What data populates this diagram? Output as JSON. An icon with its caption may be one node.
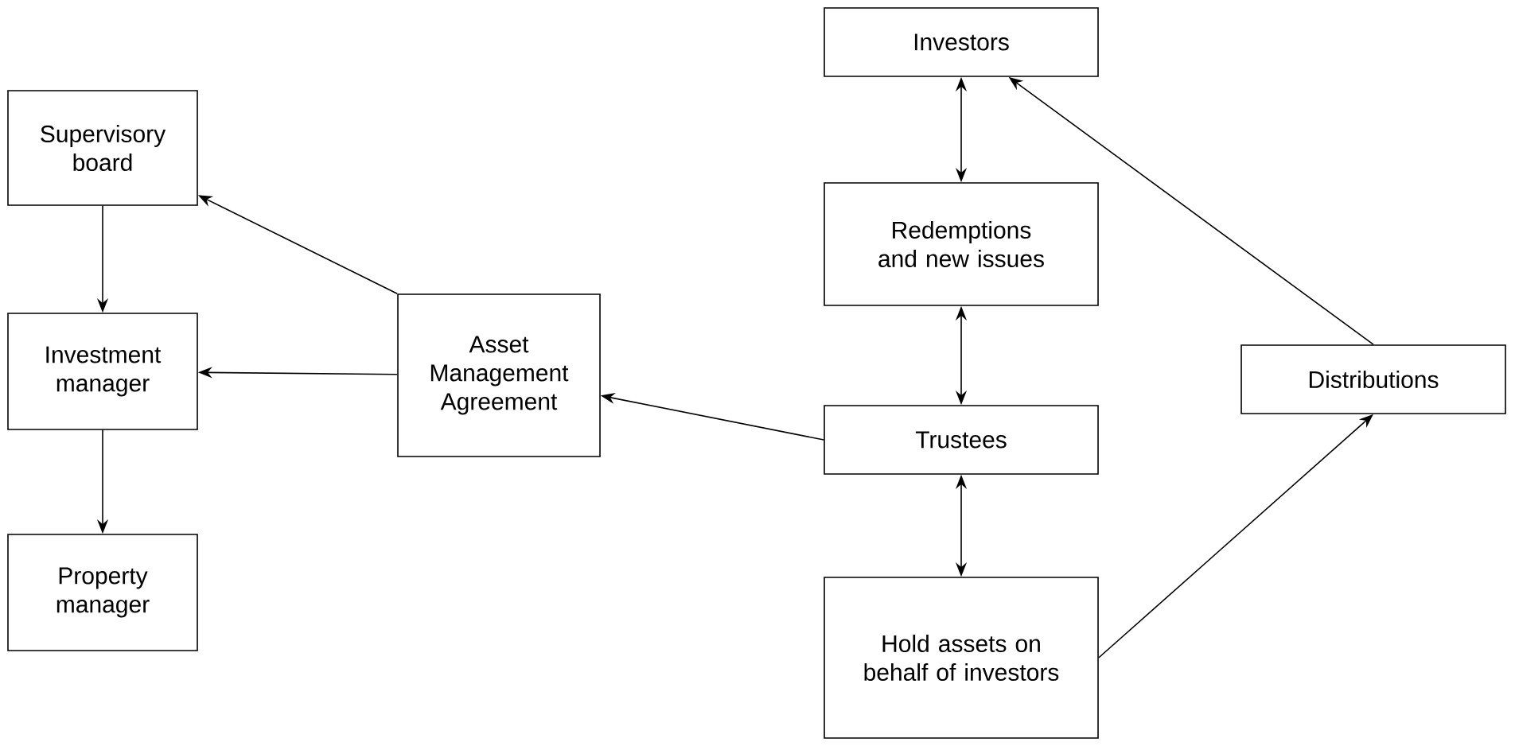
{
  "diagram": {
    "nodes": [
      {
        "text": [
          "Supervisory board"
        ]
      },
      {
        "text": [
          "Investment manager"
        ]
      },
      {
        "text": [
          "Property manager"
        ]
      },
      {
        "text": [
          "Asset Management Agreement"
        ]
      },
      {
        "text": [
          "Investors"
        ]
      },
      {
        "text": [
          "Redemptions and new issues"
        ]
      },
      {
        "text": [
          "Trustees"
        ]
      },
      {
        "text": [
          "Hold assets on behalf of investors"
        ]
      },
      {
        "text": [
          "Distributions"
        ]
      }
    ],
    "edges": [
      {
        "from": 3,
        "to": 0,
        "arrow": "to"
      },
      {
        "from": 3,
        "to": 1,
        "arrow": "to"
      },
      {
        "from": 0,
        "to": 1,
        "arrow": "to"
      },
      {
        "from": 1,
        "to": 2,
        "arrow": "to"
      },
      {
        "from": 6,
        "to": 3,
        "arrow": "to"
      },
      {
        "from": 4,
        "to": 5,
        "arrow": "both"
      },
      {
        "from": 5,
        "to": 6,
        "arrow": "both"
      },
      {
        "from": 6,
        "to": 7,
        "arrow": "both"
      },
      {
        "from": 7,
        "to": 8,
        "arrow": "to"
      },
      {
        "from": 8,
        "to": 4,
        "arrow": "to"
      }
    ]
  }
}
